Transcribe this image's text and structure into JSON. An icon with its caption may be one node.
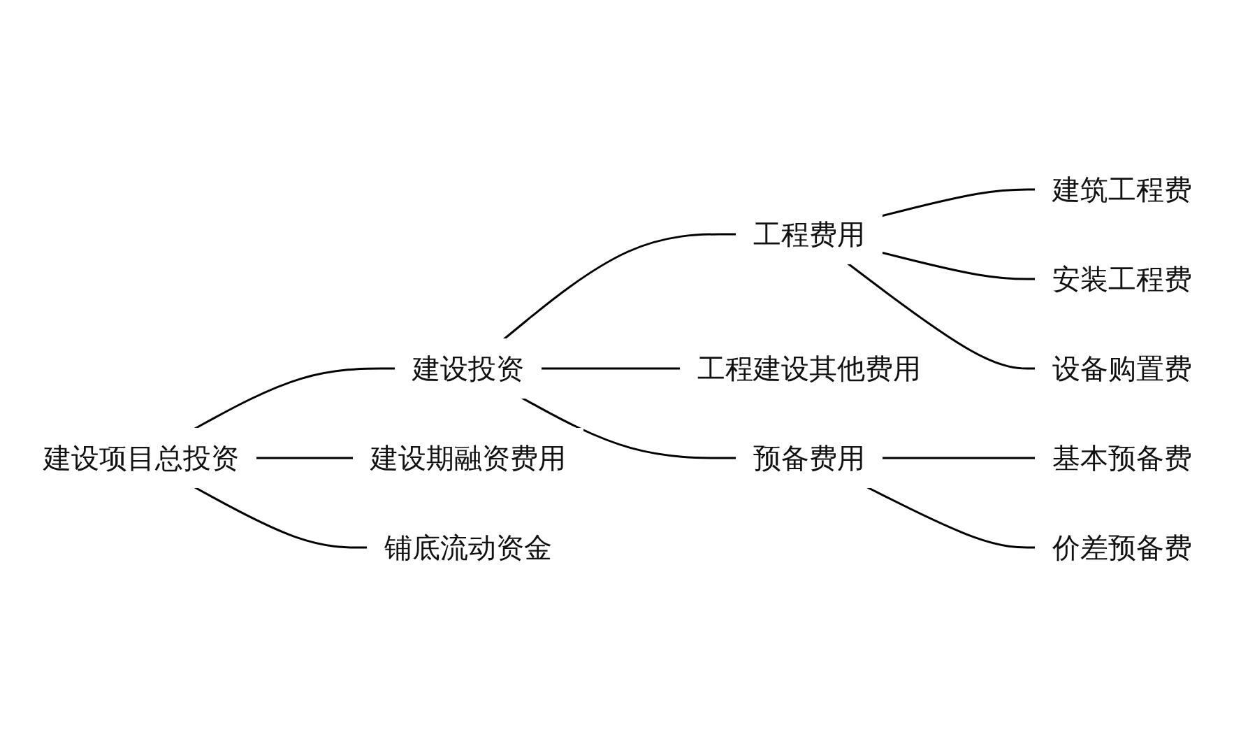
{
  "diagram": {
    "nodes": [
      {
        "text": [
          "建设项目总投资"
        ]
      },
      {
        "text": [
          "建设投资"
        ]
      },
      {
        "text": [
          "建设期融资费用"
        ]
      },
      {
        "text": [
          "铺底流动资金"
        ]
      },
      {
        "text": [
          "工程费用"
        ]
      },
      {
        "text": [
          "工程建设其他费用"
        ]
      },
      {
        "text": [
          "预备费用"
        ]
      },
      {
        "text": [
          "建筑工程费"
        ]
      },
      {
        "text": [
          "安装工程费"
        ]
      },
      {
        "text": [
          "设备购置费"
        ]
      },
      {
        "text": [
          "基本预备费"
        ]
      },
      {
        "text": [
          "价差预备费"
        ]
      }
    ],
    "edges": [
      {
        "from": 0,
        "to": 1,
        "arrow": "none"
      },
      {
        "from": 0,
        "to": 2,
        "arrow": "none"
      },
      {
        "from": 0,
        "to": 3,
        "arrow": "none"
      },
      {
        "from": 1,
        "to": 4,
        "arrow": "none"
      },
      {
        "from": 1,
        "to": 5,
        "arrow": "none"
      },
      {
        "from": 1,
        "to": 6,
        "arrow": "none"
      },
      {
        "from": 4,
        "to": 7,
        "arrow": "none"
      },
      {
        "from": 4,
        "to": 8,
        "arrow": "none"
      },
      {
        "from": 4,
        "to": 9,
        "arrow": "none"
      },
      {
        "from": 6,
        "to": 10,
        "arrow": "none"
      },
      {
        "from": 6,
        "to": 11,
        "arrow": "none"
      }
    ]
  }
}
